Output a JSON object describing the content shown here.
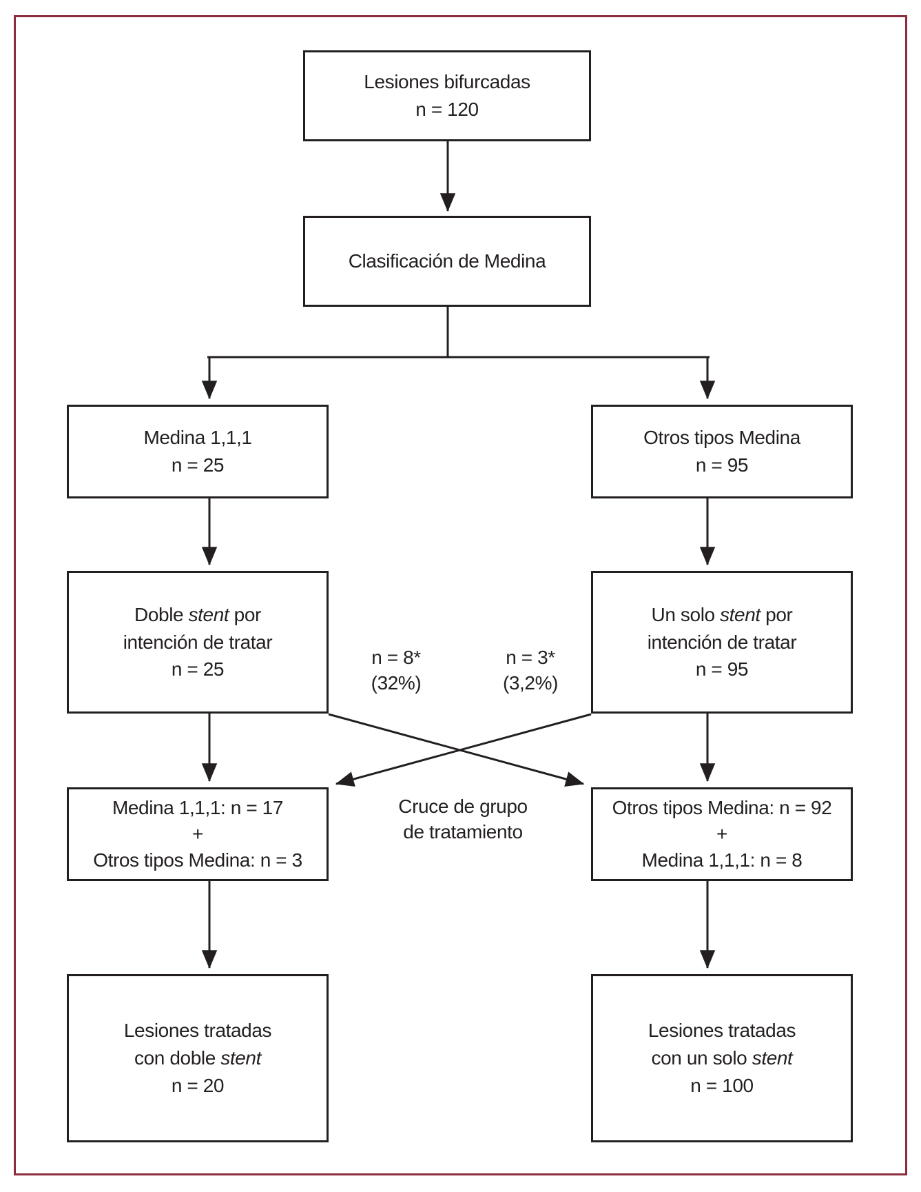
{
  "figure": {
    "kind": "study-flow-diagram",
    "language": "es"
  },
  "colors": {
    "frame": "#8c2d3f",
    "ink": "#231f20",
    "background": "#ffffff"
  },
  "boxes": {
    "lesiones_bifurcadas": {
      "lines": [
        {
          "pre": "Lesiones bifurcadas"
        },
        {
          "pre": "n = 120"
        }
      ]
    },
    "clasificacion_medina": {
      "lines": [
        {
          "pre": "Clasificación de Medina"
        }
      ]
    },
    "medina_111": {
      "lines": [
        {
          "pre": "Medina 1,1,1"
        },
        {
          "pre": "n = 25"
        }
      ]
    },
    "otros_tipos_medina": {
      "lines": [
        {
          "pre": "Otros tipos Medina"
        },
        {
          "pre": "n = 95"
        }
      ]
    },
    "doble_stent_intencion": {
      "lines": [
        {
          "pre": "Doble ",
          "it": "stent",
          "post": " por"
        },
        {
          "pre": "intención de tratar"
        },
        {
          "pre": "n = 25"
        }
      ]
    },
    "un_solo_stent_intencion": {
      "lines": [
        {
          "pre": "Un solo ",
          "it": "stent",
          "post": " por"
        },
        {
          "pre": "intención de tratar"
        },
        {
          "pre": "n = 95"
        }
      ]
    },
    "grupo_final_doble": {
      "lines": [
        {
          "pre": "Medina 1,1,1: n = 17"
        },
        {
          "pre": "+"
        },
        {
          "pre": "Otros tipos Medina: n = 3"
        }
      ]
    },
    "grupo_final_solo": {
      "lines": [
        {
          "pre": "Otros tipos Medina: n = 92"
        },
        {
          "pre": "+"
        },
        {
          "pre": "Medina 1,1,1: n = 8"
        }
      ]
    },
    "lesiones_doble_stent": {
      "lines": [
        {
          "pre": "Lesiones tratadas"
        },
        {
          "pre": "con doble ",
          "it": "stent"
        },
        {
          "pre": "n = 20"
        }
      ]
    },
    "lesiones_un_solo_stent": {
      "lines": [
        {
          "pre": "Lesiones tratadas"
        },
        {
          "pre": "con un solo ",
          "it": "stent"
        },
        {
          "pre": "n = 100"
        }
      ]
    }
  },
  "annotations": {
    "crossover_desde_doble": {
      "lines": [
        {
          "pre": "n = 8*"
        },
        {
          "pre": "(32%)"
        }
      ]
    },
    "crossover_desde_solo": {
      "lines": [
        {
          "pre": "n = 3*"
        },
        {
          "pre": "(3,2%)"
        }
      ]
    },
    "cruce_de_grupo": {
      "lines": [
        {
          "pre": "Cruce de grupo"
        },
        {
          "pre": "de tratamiento"
        }
      ]
    }
  }
}
